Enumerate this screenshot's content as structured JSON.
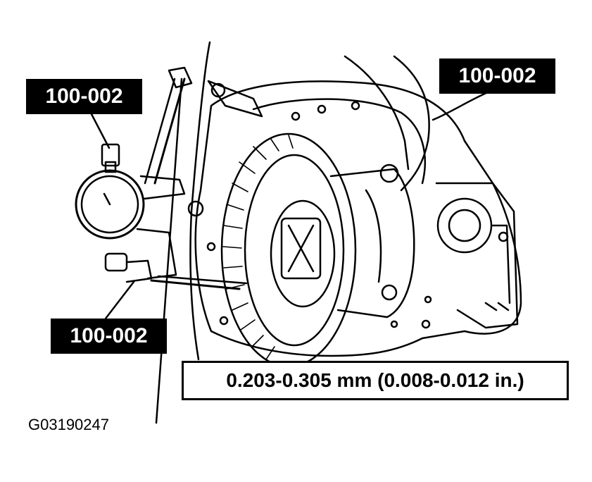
{
  "callouts": {
    "top_left": "100-002",
    "top_right": "100-002",
    "bottom_left": "100-002"
  },
  "specification": "0.203-0.305 mm (0.008-0.012 in.)",
  "figure_id": "G03190247",
  "colors": {
    "ink": "#000000",
    "paper": "#ffffff"
  }
}
